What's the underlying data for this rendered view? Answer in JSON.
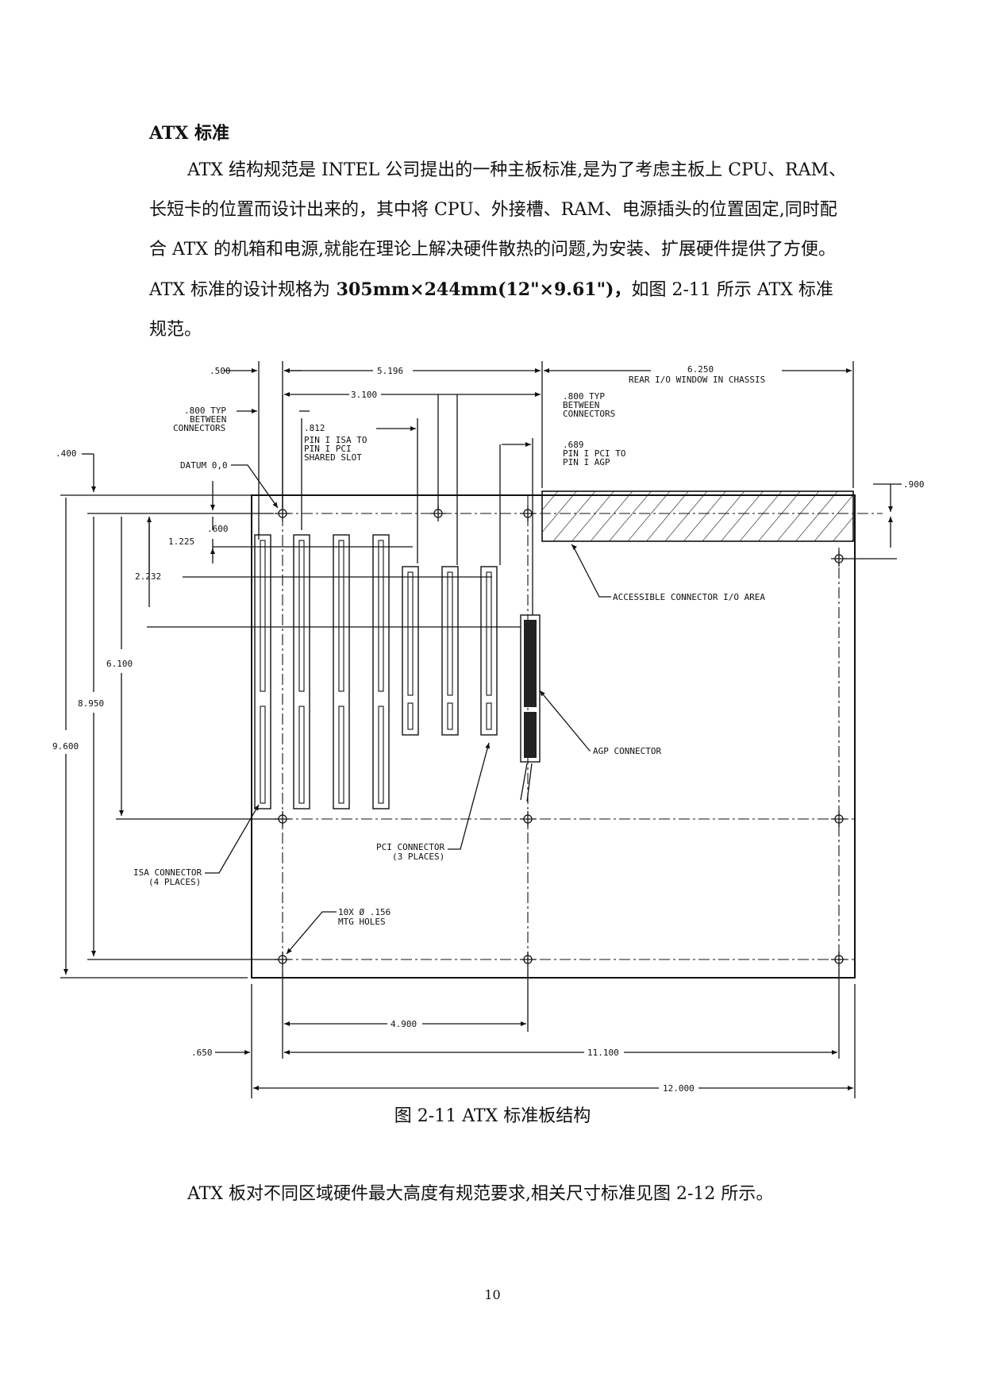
{
  "section": {
    "title": "ATX 标准"
  },
  "paragraph1": {
    "text_a": "ATX 结构规范是 INTEL 公司提出的一种主板标准,是为了考虑主板上 CPU、RAM、长短卡的位置而设计出来的，其中将 CPU、外接槽、RAM、电源插头的位置固定,同时配合 ATX 的机箱和电源,就能在理论上解决硬件散热的问题,为安装、扩展硬件提供了方便。ATX 标准的设计规格为",
    "text_bold": " 305mm×244mm(12\"×9.61\")，",
    "text_b": "如图 2-11 所示 ATX 标准规范。"
  },
  "figure": {
    "caption": "图 2-11 ATX 标准板结构",
    "dims": {
      "d500": ".500",
      "d5196": "5.196",
      "d6250": "6.250",
      "rear_io": "REAR I/O WINDOW IN CHASSIS",
      "d3100": "3.100",
      "typ_left_1": ".800 TYP",
      "typ_left_2": "BETWEEN",
      "typ_left_3": "CONNECTORS",
      "typ_right_1": ".800 TYP",
      "typ_right_2": "BETWEEN",
      "typ_right_3": "CONNECTORS",
      "d812": ".812",
      "isa_pci_1": "PIN I ISA TO",
      "isa_pci_2": "PIN I PCI",
      "isa_pci_3": "SHARED SLOT",
      "d689": ".689",
      "pci_agp_1": "PIN I PCI TO",
      "pci_agp_2": "PIN I AGP",
      "d400": ".400",
      "datum": "DATUM 0,0",
      "d900": ".900",
      "d600": ".600",
      "d1225": "1.225",
      "d2232": "2.232",
      "io_area": "ACCESSIBLE CONNECTOR I/O AREA",
      "d6100": "6.100",
      "d8950": "8.950",
      "d9600": "9.600",
      "agp_conn": "AGP CONNECTOR",
      "pci_conn_1": "PCI CONNECTOR",
      "pci_conn_2": "(3 PLACES)",
      "isa_conn_1": "ISA CONNECTOR",
      "isa_conn_2": "(4 PLACES)",
      "holes_1": "10X Ø .156",
      "holes_2": "MTG HOLES",
      "d4900": "4.900",
      "d650": ".650",
      "d11100": "11.100",
      "d12000": "12.000"
    }
  },
  "paragraph2": {
    "text": "ATX 板对不同区域硬件最大高度有规范要求,相关尺寸标准见图 2-12 所示。"
  },
  "page_number": "10"
}
